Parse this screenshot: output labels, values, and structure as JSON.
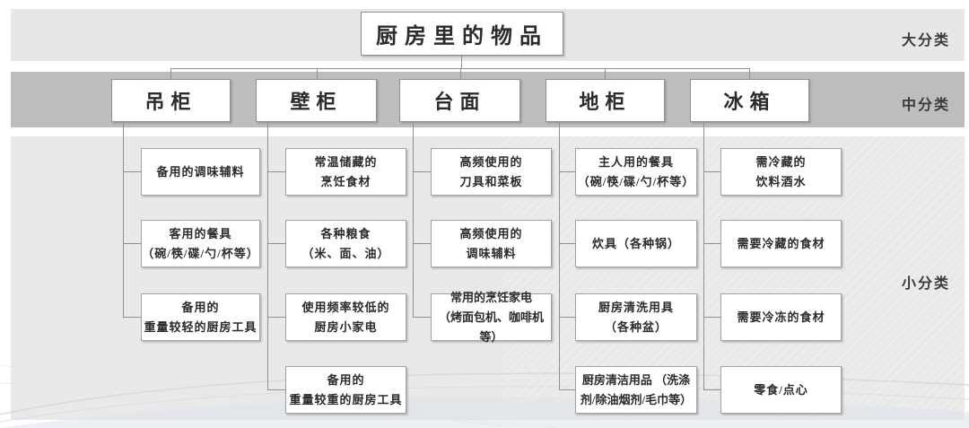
{
  "diagram": {
    "title": "厨房里的物品",
    "side_labels": {
      "major": "大分类",
      "middle": "中分类",
      "minor": "小分类"
    },
    "colors": {
      "band_top": "#e7e7e7",
      "band_middle": "#bdbdbd",
      "band_bottom": "#e9e9e9",
      "box_fill": "#ffffff",
      "box_border": "#8f8f8f",
      "connector": "#909090",
      "text": "#2b2b2b"
    },
    "categories": [
      {
        "label": "吊柜",
        "items": [
          {
            "lines": [
              "备用的调味辅料"
            ]
          },
          {
            "lines": [
              "客用的餐具",
              "（碗/筷/碟/勺/杯等）"
            ]
          },
          {
            "lines": [
              "备用的",
              "重量较轻的厨房工具"
            ]
          }
        ]
      },
      {
        "label": "壁柜",
        "items": [
          {
            "lines": [
              "常温储藏的",
              "烹饪食材"
            ]
          },
          {
            "lines": [
              "各种粮食",
              "（米、面、油）"
            ]
          },
          {
            "lines": [
              "使用频率较低的",
              "厨房小家电"
            ]
          },
          {
            "lines": [
              "备用的",
              "重量较重的厨房工具"
            ]
          }
        ]
      },
      {
        "label": "台面",
        "items": [
          {
            "lines": [
              "高频使用的",
              "刀具和菜板"
            ]
          },
          {
            "lines": [
              "高频使用的",
              "调味辅料"
            ]
          },
          {
            "lines": [
              "常用的烹饪家电",
              "（烤面包机、咖啡机等）"
            ]
          }
        ]
      },
      {
        "label": "地柜",
        "items": [
          {
            "lines": [
              "主人用的餐具",
              "（碗/筷/碟/勺/杯等）"
            ]
          },
          {
            "lines": [
              "炊具（各种锅）"
            ]
          },
          {
            "lines": [
              "厨房清洗用具",
              "（各种盆）"
            ]
          },
          {
            "lines": [
              "厨房清洁用品 （洗涤",
              "剂/除油烟剂/毛巾等）"
            ]
          }
        ]
      },
      {
        "label": "冰箱",
        "items": [
          {
            "lines": [
              "需冷藏的",
              "饮料酒水"
            ]
          },
          {
            "lines": [
              "需要冷藏的食材"
            ]
          },
          {
            "lines": [
              "需要冷冻的食材"
            ]
          },
          {
            "lines": [
              "零食/点心"
            ]
          }
        ]
      }
    ]
  }
}
